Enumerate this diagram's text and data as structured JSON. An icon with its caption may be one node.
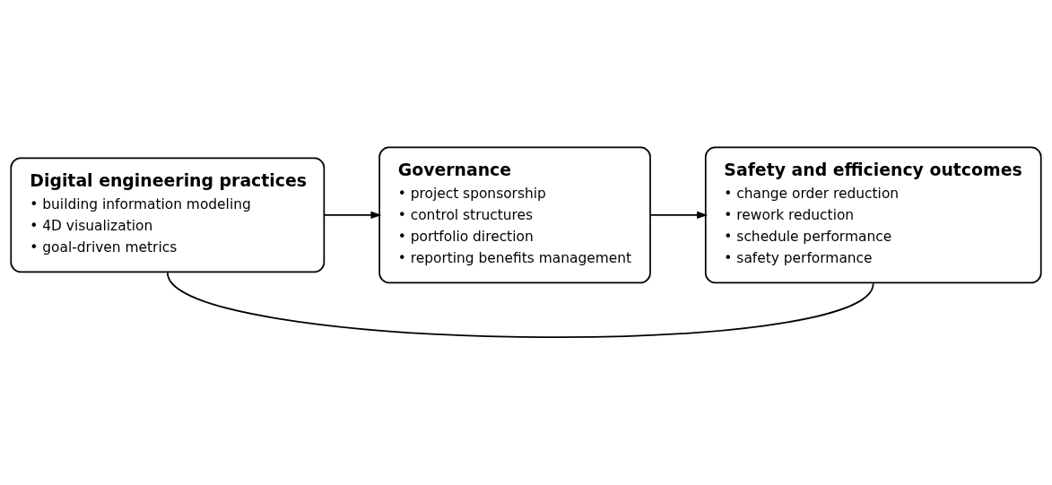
{
  "diagram": {
    "nodes": [
      {
        "text": [
          "Digital engineering practices",
          "• building information modeling",
          "• 4D visualization",
          "• goal-driven metrics"
        ]
      },
      {
        "text": [
          "Governance",
          "• project sponsorship",
          "• control structures",
          "• portfolio direction",
          "• reporting benefits management"
        ]
      },
      {
        "text": [
          "Safety and efficiency outcomes",
          "• change order reduction",
          "• rework reduction",
          "• schedule performance",
          "• safety performance"
        ]
      }
    ],
    "edges": [
      {
        "from": 0,
        "to": 1,
        "arrow": "to"
      },
      {
        "from": 1,
        "to": 2,
        "arrow": "to"
      },
      {
        "from": 0,
        "to": 2,
        "arrow": "none"
      }
    ]
  }
}
